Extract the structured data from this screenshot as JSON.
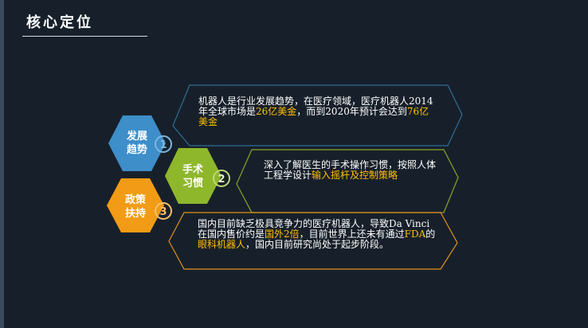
{
  "slide": {
    "title": "核心定位"
  },
  "items": [
    {
      "label_line1": "发展",
      "label_line2": "趋势",
      "number": "1",
      "color": "#3d8ec9",
      "border_color": "#2e6e94",
      "segments": [
        {
          "text": "机器人是行业发展趋势，在医疗领域，医疗机器人2014年全球市场是",
          "highlight": false
        },
        {
          "text": "26亿美金",
          "highlight": true
        },
        {
          "text": "，而到2020年预计会达到",
          "highlight": false
        },
        {
          "text": "76亿美金",
          "highlight": true
        }
      ]
    },
    {
      "label_line1": "手术",
      "label_line2": "习惯",
      "number": "2",
      "color": "#8fb72c",
      "border_color": "#8aa52a",
      "segments": [
        {
          "text": "深入了解医生的手术操作习惯，按照人体工程学设计",
          "highlight": false
        },
        {
          "text": "输入摇杆及控制策略",
          "highlight": true
        }
      ]
    },
    {
      "label_line1": "政策",
      "label_line2": "扶持",
      "number": "3",
      "color": "#f29b16",
      "border_color": "#e0901a",
      "segments": [
        {
          "text": "国内目前缺乏极具竞争力的医疗机器人，导致Da Vinci在国内售价约是",
          "highlight": false
        },
        {
          "text": "国外2倍",
          "highlight": true
        },
        {
          "text": "，目前世界上还未有通过",
          "highlight": false
        },
        {
          "text": "FDA",
          "highlight": true
        },
        {
          "text": "的",
          "highlight": false
        },
        {
          "text": "眼科机器人",
          "highlight": true
        },
        {
          "text": "，国内目前研究尚处于起步阶段。",
          "highlight": false
        }
      ]
    }
  ],
  "colors": {
    "background": "#17202a",
    "highlight": "#ffc000",
    "text": "#ffffff"
  }
}
